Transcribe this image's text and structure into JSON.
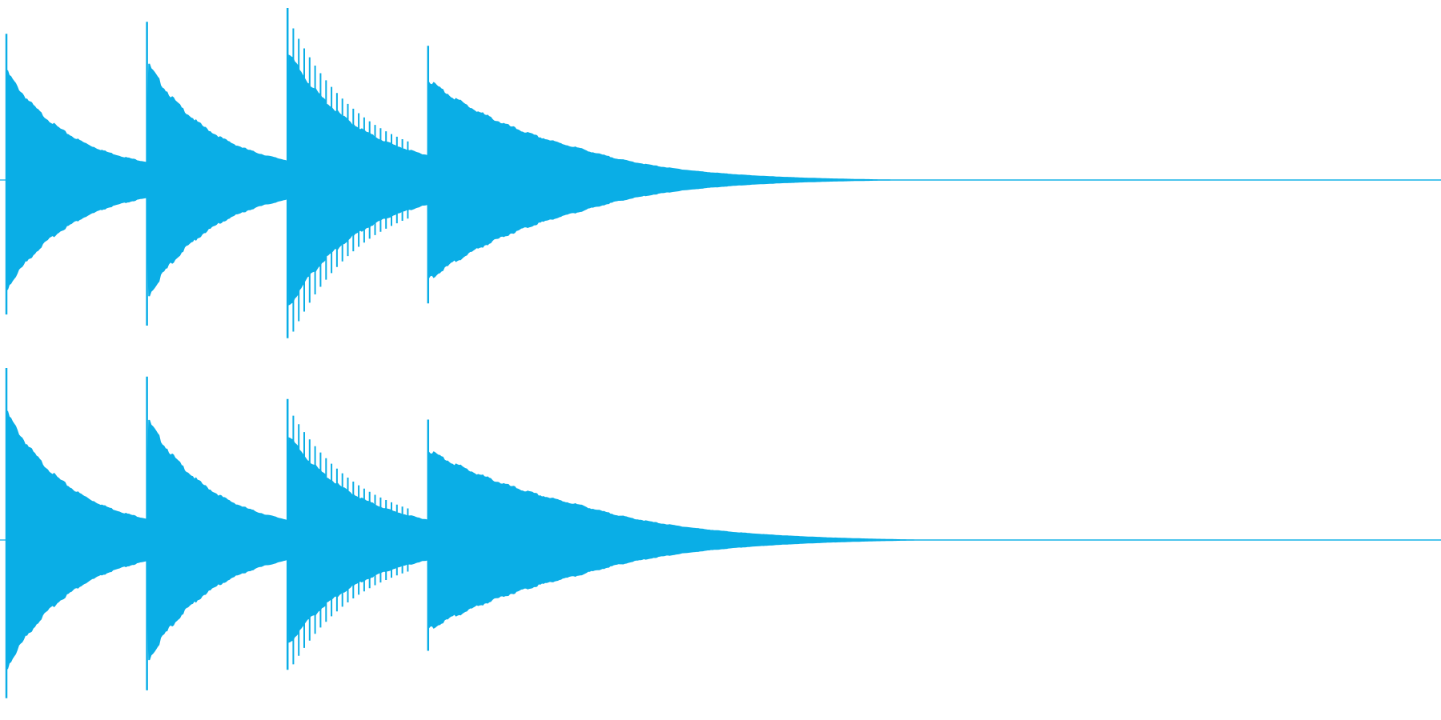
{
  "waveform": {
    "color": "#0aaee6",
    "channels": [
      {
        "id": "channel-1",
        "onsets": [
          0.0,
          0.098,
          0.196,
          0.294
        ],
        "peak_levels": [
          0.85,
          0.92,
          1.0,
          0.78
        ],
        "decay": [
          0.045,
          0.045,
          0.05,
          0.09
        ],
        "ripple": [
          false,
          false,
          true,
          false
        ],
        "tail_end": 0.65
      },
      {
        "id": "channel-2",
        "onsets": [
          0.0,
          0.098,
          0.196,
          0.294
        ],
        "peak_levels": [
          1.0,
          0.95,
          0.82,
          0.7
        ],
        "decay": [
          0.045,
          0.045,
          0.05,
          0.11
        ],
        "ripple": [
          false,
          false,
          true,
          false
        ],
        "tail_end": 0.66
      }
    ]
  }
}
